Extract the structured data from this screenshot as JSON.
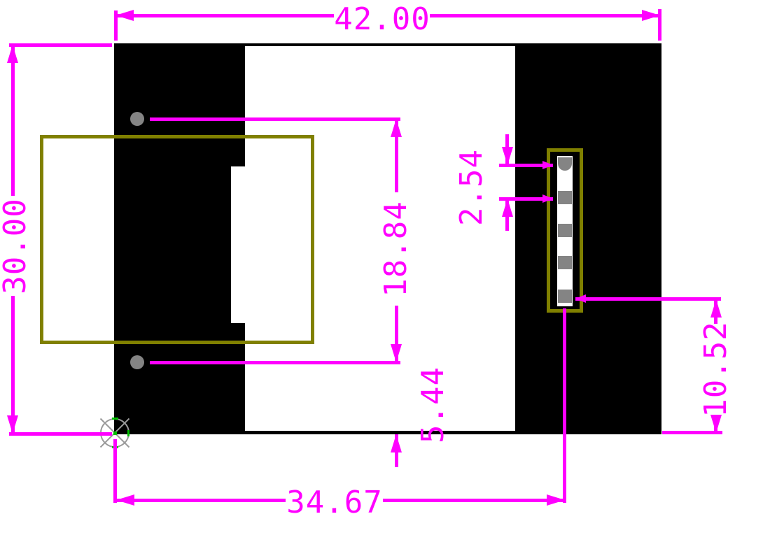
{
  "drawing": {
    "kind": "pcb-dimension-drawing",
    "units": "mm",
    "colors": {
      "dimension": "#ff00ff",
      "outline": "#808000",
      "board": "#000000",
      "pad": "#848484",
      "origin_marker": "#9a9a9a",
      "origin_tick": "#00c000"
    },
    "dims": {
      "board_width": {
        "label": "42.00",
        "value": 42.0
      },
      "board_height": {
        "label": "30.00",
        "value": 30.0
      },
      "hole_spacing": {
        "label": "18.84",
        "value": 18.84
      },
      "pin_pitch": {
        "label": "2.54",
        "value": 2.54
      },
      "hole_edge_offset": {
        "label": "5.44",
        "value": 5.44
      },
      "pin_edge_offset": {
        "label": "10.52",
        "value": 10.52
      },
      "pin_origin_offset": {
        "label": "34.67",
        "value": 34.67
      }
    },
    "features": {
      "pad_count": 5,
      "hole_count": 2
    }
  }
}
